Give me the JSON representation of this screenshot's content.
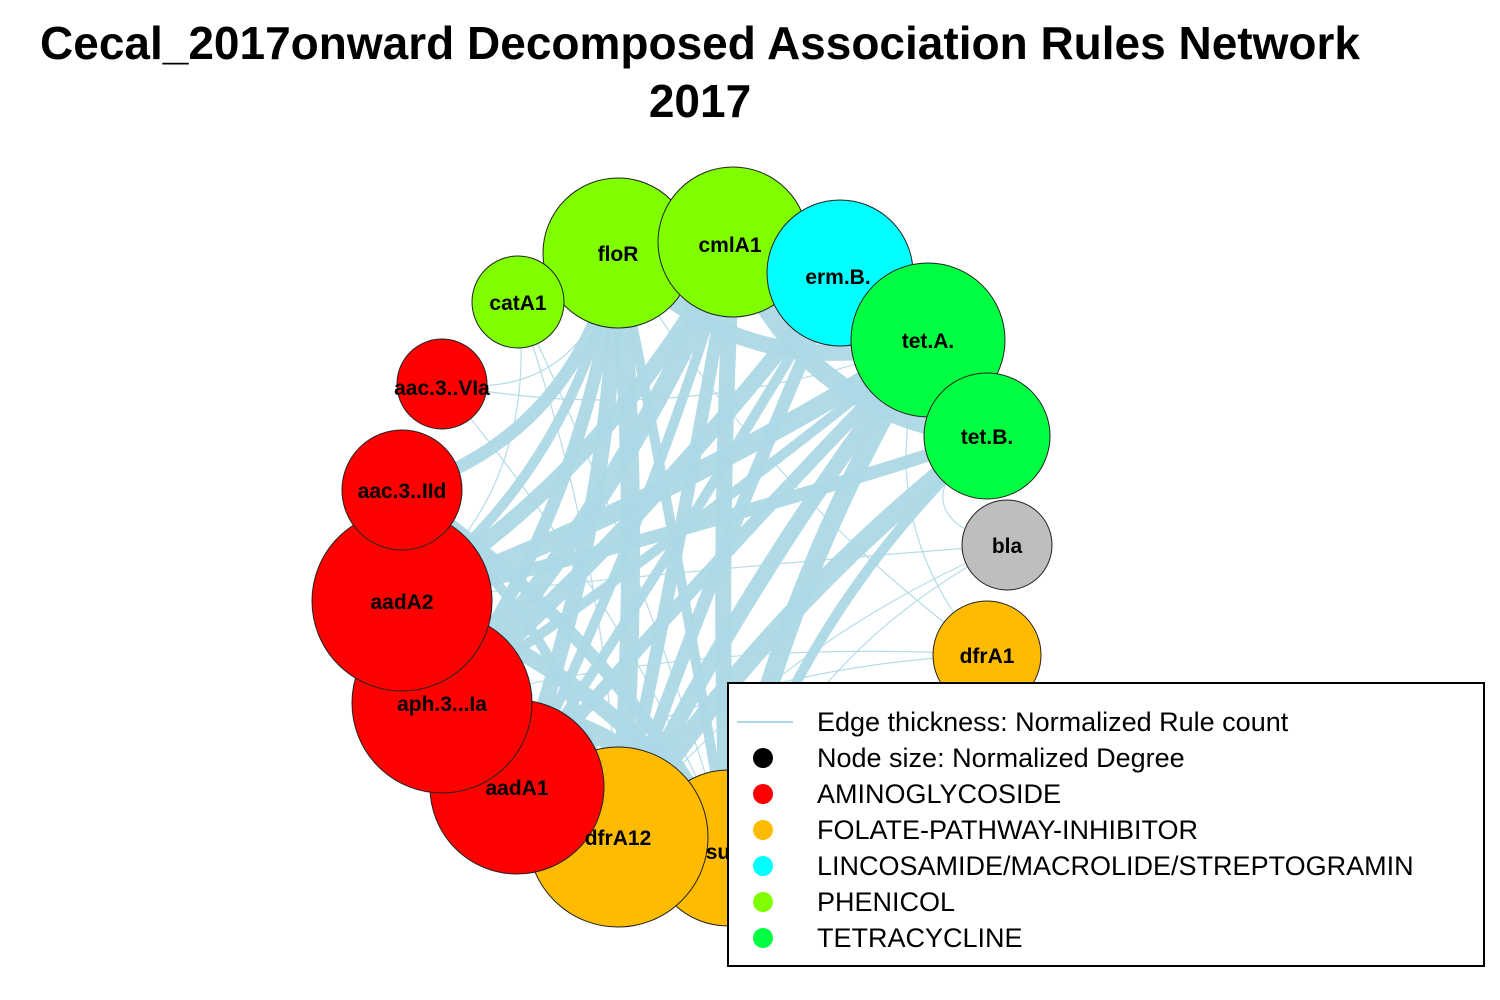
{
  "title": {
    "line1": "Cecal_2017onward Decomposed Association Rules Network",
    "line2": "2017"
  },
  "colors": {
    "edge": "#add8e6",
    "AMINOGLYCOSIDE": "#ff0000",
    "FOLATE-PATHWAY-INHIBITOR": "#ffbb00",
    "LINCOSAMIDE/MACROLIDE/STREPTOGRAMIN": "#00ffff",
    "PHENICOL": "#7fff00",
    "TETRACYCLINE": "#00ff40",
    "OTHER": "#bebebe"
  },
  "nodes": [
    {
      "id": "floR",
      "label": "floR",
      "class": "PHENICOL"
    },
    {
      "id": "cmlA1",
      "label": "cmlA1",
      "class": "PHENICOL"
    },
    {
      "id": "catA1",
      "label": "catA1",
      "class": "PHENICOL"
    },
    {
      "id": "erm.B.",
      "label": "erm.B.",
      "class": "LINCOSAMIDE/MACROLIDE/STREPTOGRAMIN"
    },
    {
      "id": "tet.A.",
      "label": "tet.A.",
      "class": "TETRACYCLINE"
    },
    {
      "id": "tet.B.",
      "label": "tet.B.",
      "class": "TETRACYCLINE"
    },
    {
      "id": "bla",
      "label": "bla",
      "class": "OTHER"
    },
    {
      "id": "dfrA1",
      "label": "dfrA1",
      "class": "FOLATE-PATHWAY-INHIBITOR"
    },
    {
      "id": "su",
      "label": "su",
      "class": "FOLATE-PATHWAY-INHIBITOR"
    },
    {
      "id": "dfrA12",
      "label": "dfrA12",
      "class": "FOLATE-PATHWAY-INHIBITOR"
    },
    {
      "id": "aadA1",
      "label": "aadA1",
      "class": "AMINOGLYCOSIDE"
    },
    {
      "id": "aph.3...Ia",
      "label": "aph.3...Ia",
      "class": "AMINOGLYCOSIDE"
    },
    {
      "id": "aadA2",
      "label": "aadA2",
      "class": "AMINOGLYCOSIDE"
    },
    {
      "id": "aac.3..IId",
      "label": "aac.3..IId",
      "class": "AMINOGLYCOSIDE"
    },
    {
      "id": "aac.3..VIa",
      "label": "aac.3..VIa",
      "class": "AMINOGLYCOSIDE"
    }
  ],
  "legend": {
    "edge_label": "Edge thickness: Normalized Rule count",
    "node_label": "Node size: Normalized Degree",
    "classes": [
      {
        "label": "AMINOGLYCOSIDE",
        "color": "#ff0000"
      },
      {
        "label": "FOLATE-PATHWAY-INHIBITOR",
        "color": "#ffbb00"
      },
      {
        "label": "LINCOSAMIDE/MACROLIDE/STREPTOGRAMIN",
        "color": "#00ffff"
      },
      {
        "label": "PHENICOL",
        "color": "#7fff00"
      },
      {
        "label": "TETRACYCLINE",
        "color": "#00ff40"
      }
    ]
  }
}
